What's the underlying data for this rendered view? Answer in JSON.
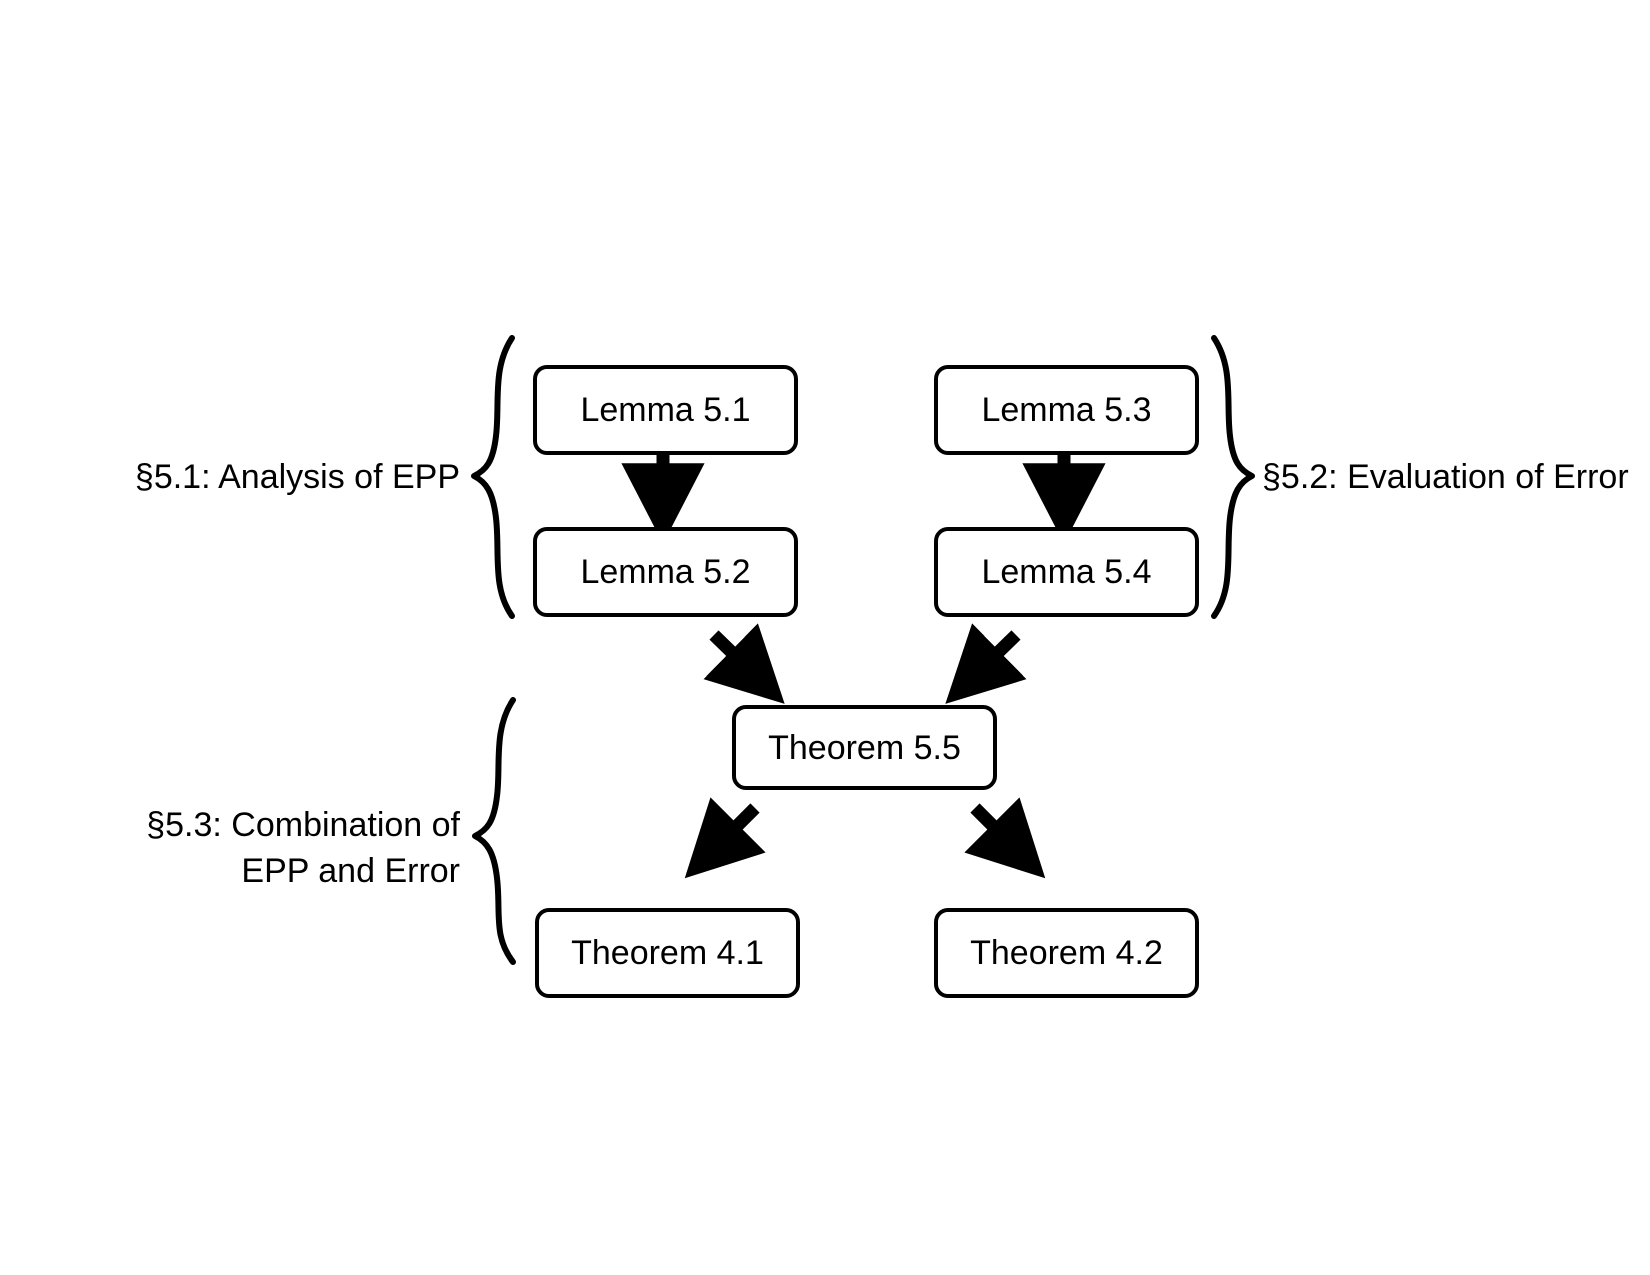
{
  "figure": {
    "type": "proof-dependency-flowchart",
    "background_color": "#ffffff",
    "stroke_color": "#000000"
  },
  "sections": {
    "left_top": {
      "label": "§5.1: Analysis of EPP",
      "brace": "left-curly-brace"
    },
    "right_top": {
      "label": "§5.2: Evaluation of Error",
      "brace": "right-curly-brace"
    },
    "left_bottom": {
      "label_line1": "§5.3: Combination of",
      "label_line2": "EPP and Error",
      "brace": "left-curly-brace"
    }
  },
  "nodes": [
    {
      "id": "lemma-5-1",
      "label": "Lemma 5.1"
    },
    {
      "id": "lemma-5-3",
      "label": "Lemma 5.3"
    },
    {
      "id": "lemma-5-2",
      "label": "Lemma 5.2"
    },
    {
      "id": "lemma-5-4",
      "label": "Lemma 5.4"
    },
    {
      "id": "theorem-5-5",
      "label": "Theorem 5.5"
    },
    {
      "id": "theorem-4-1",
      "label": "Theorem 4.1"
    },
    {
      "id": "theorem-4-2",
      "label": "Theorem 4.2"
    }
  ],
  "edges": [
    {
      "from": "lemma-5-1",
      "to": "lemma-5-2",
      "direction": "down"
    },
    {
      "from": "lemma-5-3",
      "to": "lemma-5-4",
      "direction": "down"
    },
    {
      "from": "lemma-5-2",
      "to": "theorem-5-5",
      "direction": "down-right"
    },
    {
      "from": "lemma-5-4",
      "to": "theorem-5-5",
      "direction": "down-left"
    },
    {
      "from": "theorem-5-5",
      "to": "theorem-4-1",
      "direction": "down-left"
    },
    {
      "from": "theorem-5-5",
      "to": "theorem-4-2",
      "direction": "down-right"
    }
  ]
}
